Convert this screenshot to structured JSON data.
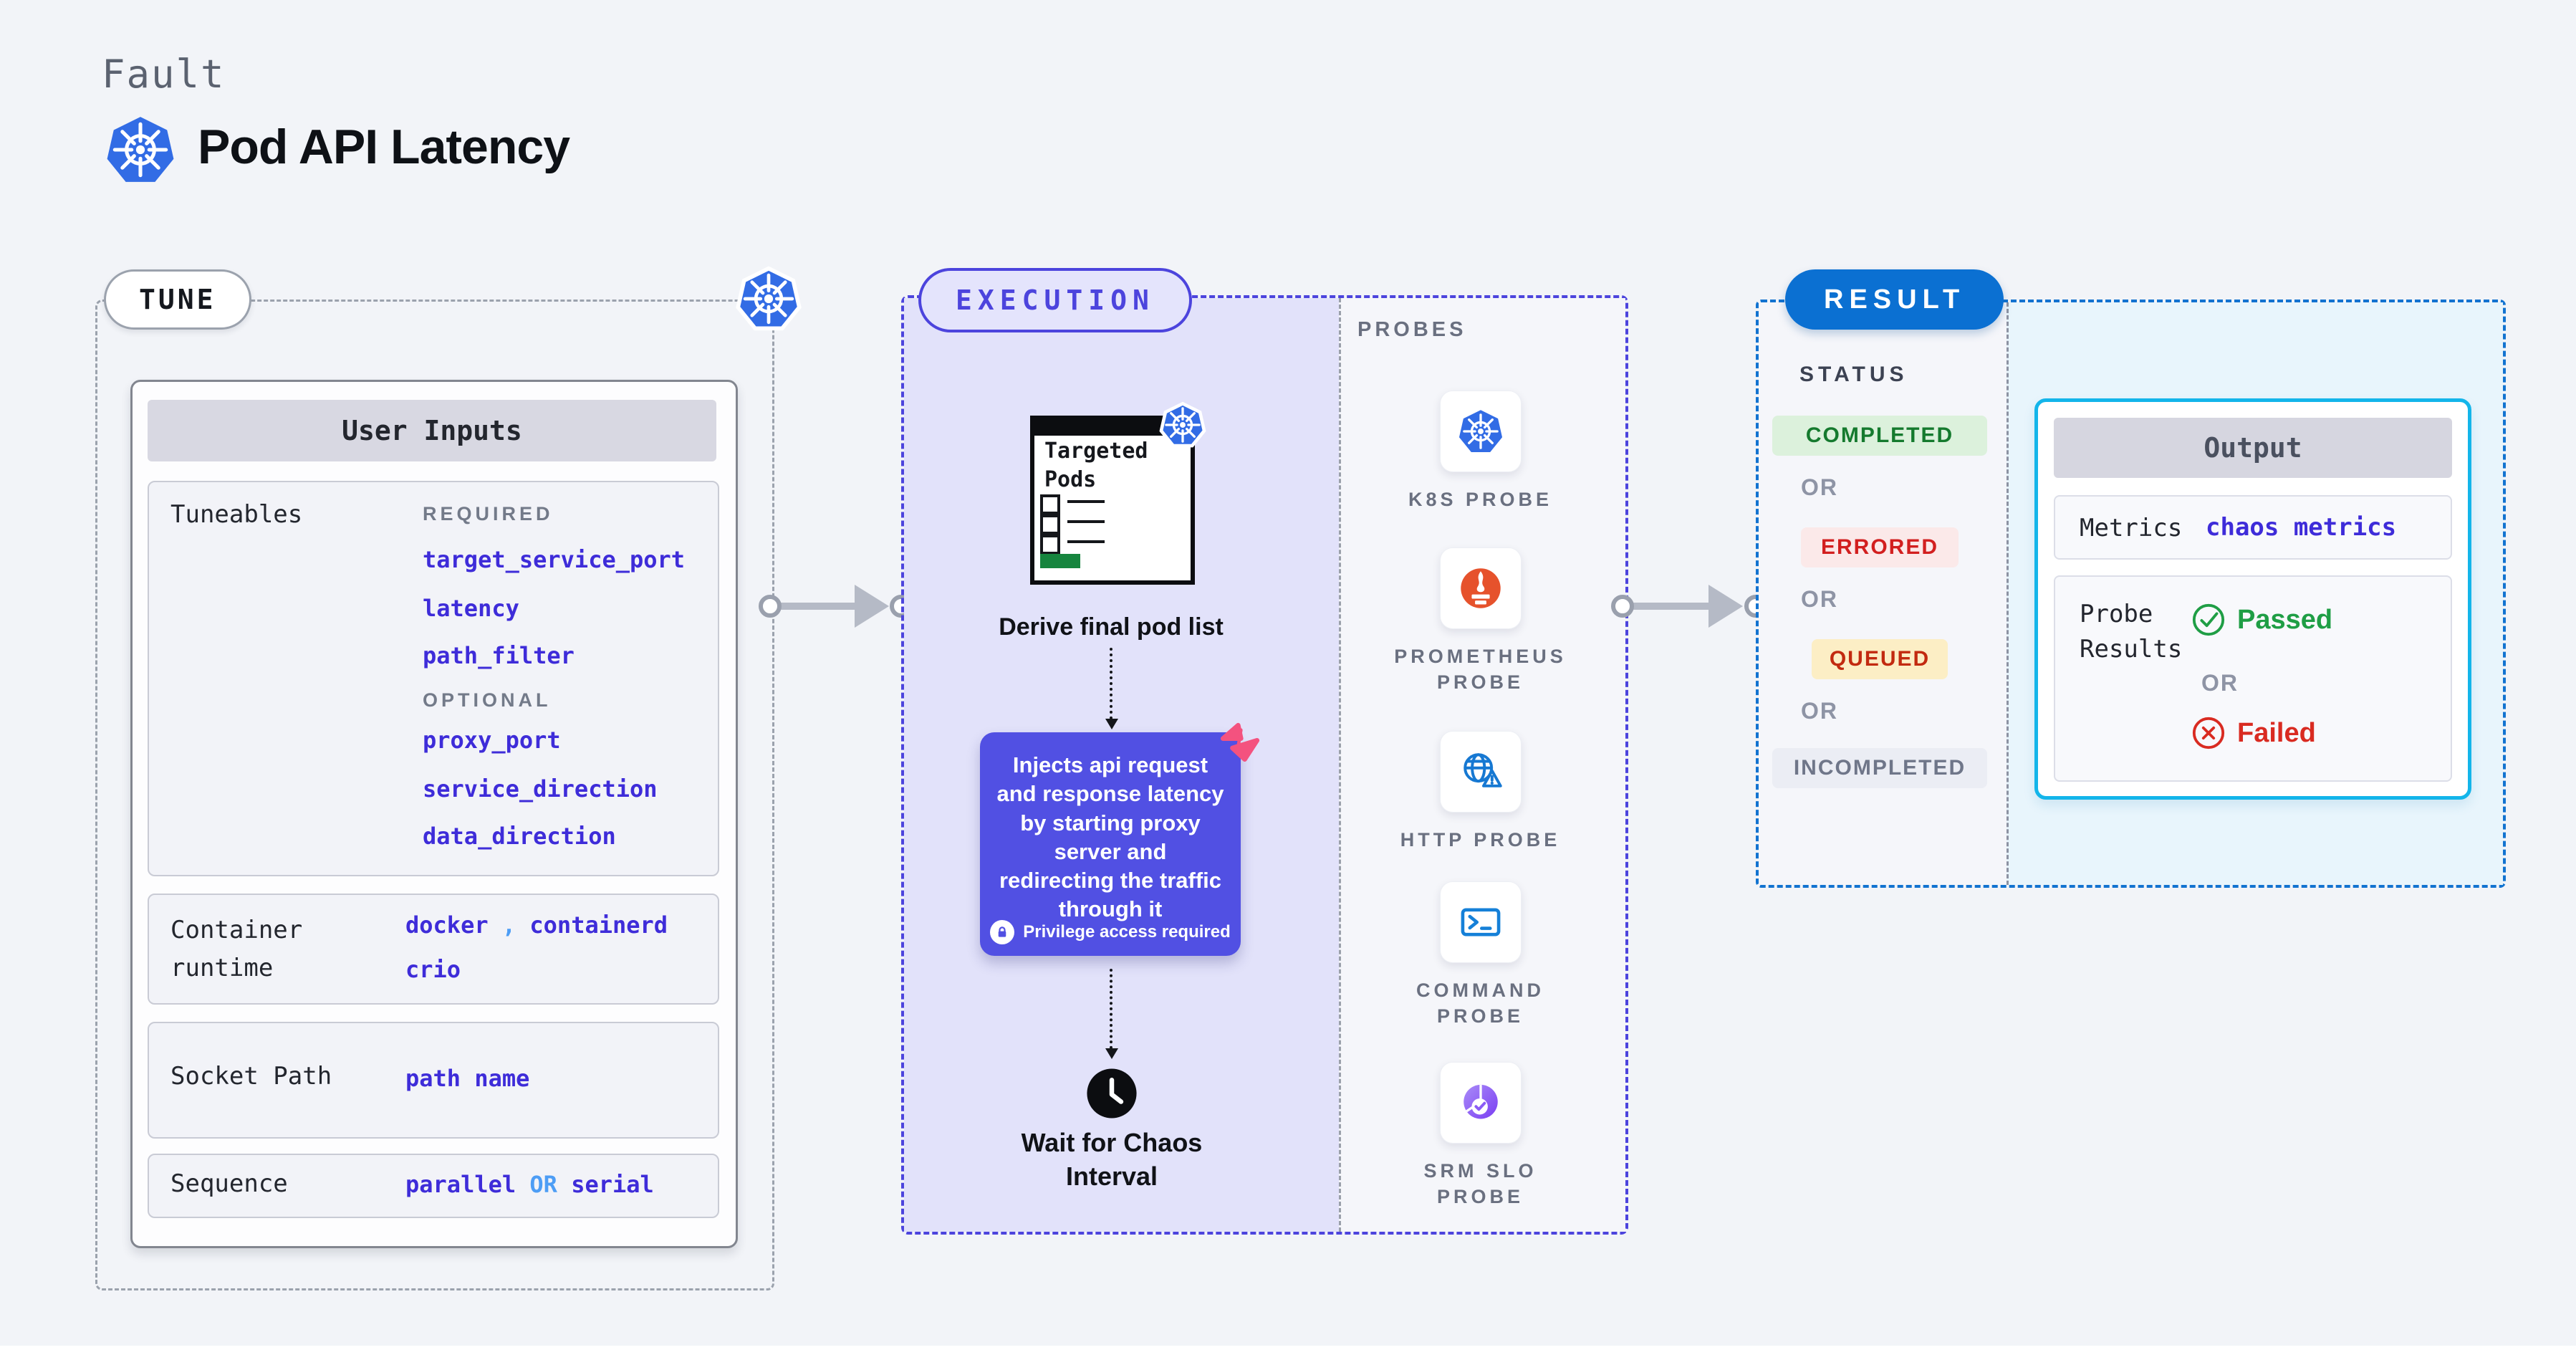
{
  "page": {
    "fault_label": "Fault",
    "title": "Pod API Latency"
  },
  "tune": {
    "pill": "TUNE",
    "user_inputs": {
      "header": "User Inputs",
      "tuneables": {
        "label": "Tuneables",
        "required_label": "REQUIRED",
        "required": [
          "target_service_port",
          "latency",
          "path_filter"
        ],
        "optional_label": "OPTIONAL",
        "optional": [
          "proxy_port",
          "service_direction",
          "data_direction"
        ]
      },
      "container_runtime": {
        "label": "Container runtime",
        "values": [
          "docker",
          "containerd",
          "crio"
        ],
        "separator": ","
      },
      "socket_path": {
        "label": "Socket Path",
        "value": "path name"
      },
      "sequence": {
        "label": "Sequence",
        "value_a": "parallel",
        "or": "OR",
        "value_b": "serial"
      }
    }
  },
  "execution": {
    "pill": "EXECUTION",
    "targeted_pods": {
      "title": "Targeted Pods"
    },
    "derive_label": "Derive final pod list",
    "inject_card": {
      "text": "Injects api request and response latency by starting proxy server and redirecting the traffic through it",
      "privilege": "Privilege access required"
    },
    "wait_label": "Wait for Chaos Interval"
  },
  "probes": {
    "header": "PROBES",
    "items": [
      {
        "label": "K8S PROBE",
        "icon": "kubernetes-icon"
      },
      {
        "label": "PROMETHEUS PROBE",
        "icon": "prometheus-icon"
      },
      {
        "label": "HTTP PROBE",
        "icon": "http-globe-icon"
      },
      {
        "label": "COMMAND PROBE",
        "icon": "terminal-icon"
      },
      {
        "label": "SRM SLO PROBE",
        "icon": "slo-pie-icon"
      }
    ]
  },
  "result": {
    "pill": "RESULT",
    "status_label": "STATUS",
    "or_label": "OR",
    "statuses": [
      {
        "label": "COMPLETED",
        "fg": "#157a2e",
        "bg": "#dcf1dc"
      },
      {
        "label": "ERRORED",
        "fg": "#d21f1f",
        "bg": "#fbe9e9"
      },
      {
        "label": "QUEUED",
        "fg": "#c22a10",
        "bg": "#fceec5"
      },
      {
        "label": "INCOMPLETED",
        "fg": "#6f7689",
        "bg": "#ebedf4"
      }
    ],
    "output": {
      "header": "Output",
      "metrics_label": "Metrics",
      "metrics_value": "chaos metrics",
      "probe_results_label": "Probe Results",
      "passed": "Passed",
      "or_label": "OR",
      "failed": "Failed"
    }
  },
  "colors": {
    "kubernetes_blue": "#326ce5",
    "execution_indigo": "#4c44dd",
    "execution_bg": "#e2e2fa",
    "inject_card_purple": "#5150e3",
    "param_blue": "#3e2cd9",
    "param_light_blue": "#4d9df5",
    "result_blue": "#0b70d2",
    "output_border_cyan": "#13b5ea",
    "prometheus_orange": "#e6522c",
    "chaos_pink": "#f4527f",
    "passed_green": "#1f9e45",
    "failed_red": "#d92b21",
    "targeted_green": "#16853e"
  }
}
